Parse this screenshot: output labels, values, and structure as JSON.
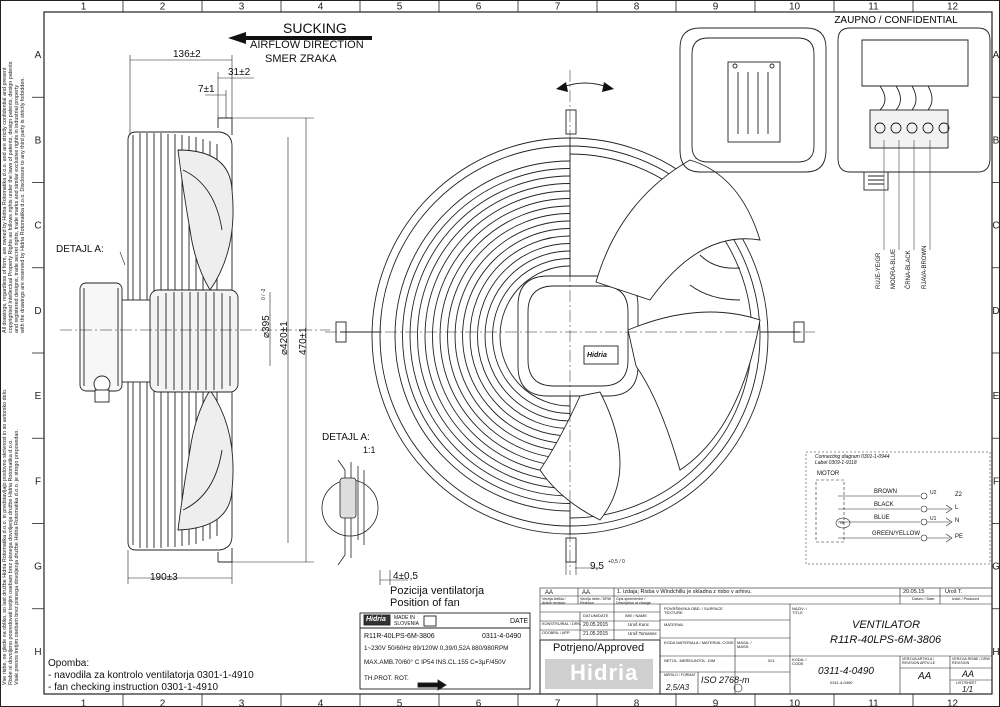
{
  "sheet": {
    "confidential": "ZAUPNO / CONFIDENTIAL",
    "col_numbers": [
      "1",
      "2",
      "3",
      "4",
      "5",
      "6",
      "7",
      "8",
      "9",
      "10",
      "11",
      "12"
    ],
    "row_letters": [
      "A",
      "B",
      "C",
      "D",
      "E",
      "F",
      "G",
      "H"
    ]
  },
  "airflow": {
    "title": "SUCKING",
    "line1": "AIRFLOW DIRECTION",
    "line2": "SMER ZRAKA"
  },
  "dimensions": {
    "d136": "136±2",
    "d31": "31±2",
    "d7": "7±1",
    "d395": "⌀395",
    "d395_tol": "0 / -2",
    "d420": "⌀420±1",
    "d470": "470±1",
    "d190": "190±3",
    "d4": "4±0,5",
    "d95": "9,5",
    "d95_tol": "+0,5 / 0"
  },
  "labels": {
    "detail_a": "DETAJL A:",
    "detail_a2": "DETAJL A:",
    "scale": "1:1",
    "pos_sl": "Pozicija ventilatorja",
    "pos_en": "Position of fan",
    "opomba": "Opomba:",
    "note1": "- navodila za kontrolo ventilatorja 0301-1-4910",
    "note2": "- fan checking instruction 0301-1-4910"
  },
  "terminal_wires": [
    "RUJE-YE/GR",
    "MODRA-BLUE",
    "ČRNA-BLACK",
    "RJAVA-BROWN"
  ],
  "connection": {
    "title": "Connecting diagram 0301-1-0944",
    "label": "Label 0309-1-9118",
    "motor": "MOTOR",
    "wires": [
      "BROWN",
      "BLACK",
      "BLUE",
      "GREEN/YELLOW"
    ],
    "terms": [
      "Z2",
      "L",
      "N",
      "PE"
    ],
    "t_code": "TB",
    "u_labels": [
      "U2",
      "U1"
    ]
  },
  "nameplate": {
    "brand": "Hidria",
    "made_in": "MADE IN",
    "country": "SLOVENIA",
    "date": "DATE",
    "model": "R11R-40LPS-6M-3806",
    "code": "0311-4-0490",
    "spec1": "1~230V 50/60Hz 89/120W 0,39/0,52A 880/980RPM",
    "spec2": "MAX.AMB.70/60° C IP54 INS.CL.155 C=3μF/450V",
    "th": "TH.PROT. ROT."
  },
  "approval": {
    "stamp": "Potrjeno/Approved",
    "brand": "Hidria"
  },
  "title_block": {
    "rev_code": "AA",
    "rev_desc": "1. izdaja; Risba v Windchillu je skladna z risbo v arhivu.",
    "rev_date": "20.05.15",
    "rev_by": "Uroš T.",
    "h_article_rev": "Verzija Artikla / Article revision",
    "h_drw_rev": "Verzija risbe / DRW Revision",
    "h_desc": "Opis spremembe / Description of change",
    "h_date": "Datum: / Date:",
    "h_izdal": "Izdal: / Produced",
    "row_konstr": "KONSTRUIRAL / DRN.",
    "row_odobril": "ODOBRIL / APP.",
    "h_datum": "DATUM/DATE",
    "h_ime": "IME / NAME",
    "konstr_date": "20.05.2015",
    "konstr_name": "Uroš Kunc",
    "odobril_date": "21.05.2015",
    "odobril_name": "Uroš Tomanec",
    "surface": "POVRŠINSKA OBD. / SURFACE TEXTURE",
    "material": "MATERIAL",
    "mat_code": "KODA MATERIALA / MATERIAL CODE",
    "masa": "MASA: / MASS:",
    "scale_h": "MERILO / FORMAT",
    "scale_v": "2,5/A3",
    "tol_h": "NETOL. MERE/UNTOL. DIM",
    "tol_v": "ISO 2768-m",
    "std": "021",
    "naziv_h": "NAZIV: / TITLE",
    "title1": "VENTILATOR",
    "title2": "R11R-40LPS-6M-3806",
    "koda_h": "KODA: / CODE",
    "code": "0311-4-0490",
    "code2": "0311-4-0490",
    "art_rev_h": "VERZIJA ARTIKLA / REVISION ARTICLE",
    "art_rev": "AA",
    "drw_rev_h": "VERZIJA RISBE / DRW REVISION",
    "drw_rev": "AA",
    "sheet_h": "LIST/SHEET",
    "sheet_v": "1/1"
  },
  "legal": {
    "l1": "All drawings, regardless of form, are owned by Hidria Rotomatika d.o.o. and are strictly confidential and present",
    "l2": "copyrighted Intellectual Property Rights as follows rights under the laws of patents, design patents, design patents",
    "l3": "and registered designs, trade secret rights, trade marks and similar exclusive rights in industrial property",
    "l4": "with the drawings are reserved by Hidria Rotomatika d.o.o. Disclosure to any third party is strictly forbidden.",
    "s1": "Vse risbe, ne glede na obliko, so last družbe Hidria Rotomatika d.o.o. in predstavljajo poslovno skrivnost in so avtorsko delo.",
    "s2": "Risbe ni dovoljeno posredovati tretjim osebam brez pisnega dovoljenja družbe Hidria Rotomatika d.o.o.",
    "s3": "Vsak prenos tretjim osebam brez pisnega dovoljenja družbe Hidria Rotomatika d.o.o. je strogo prepovedan."
  }
}
